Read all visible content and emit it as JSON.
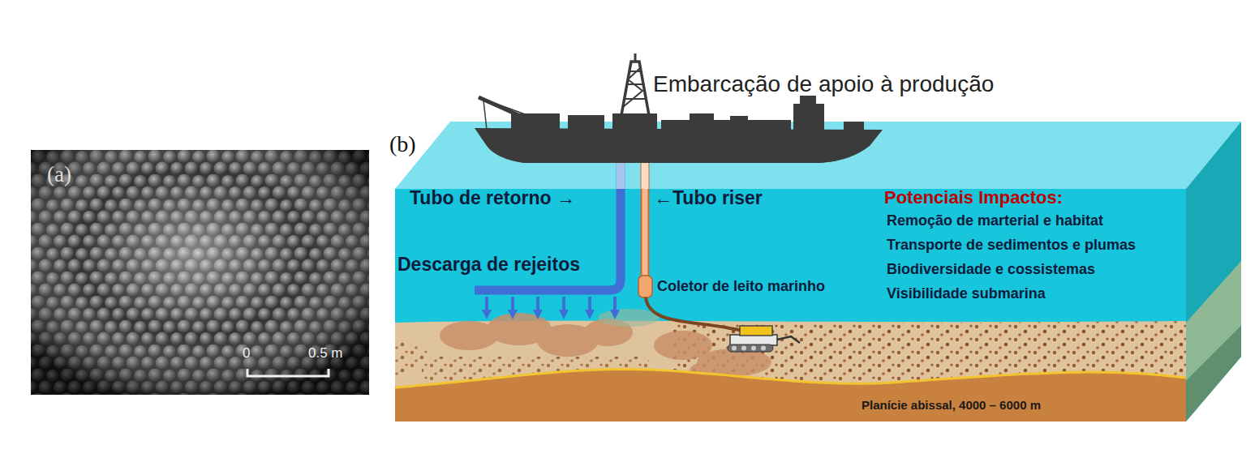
{
  "diagram": {
    "labels": [
      "(a)",
      "0",
      "0.5 m",
      "(b)",
      "Embarcação de apoio à produção",
      "Tubo de retorno →",
      "←Tubo riser",
      "Descarga de rejeitos",
      "Coletor de leito marinho",
      "Potenciais Impactos:",
      "Remoção de marterial e habitat",
      "Transporte de sedimentos e plumas",
      "Biodiversidade e cossistemas",
      "Visibilidade submarina",
      "Planície abissal, 4000 – 6000 m"
    ]
  }
}
